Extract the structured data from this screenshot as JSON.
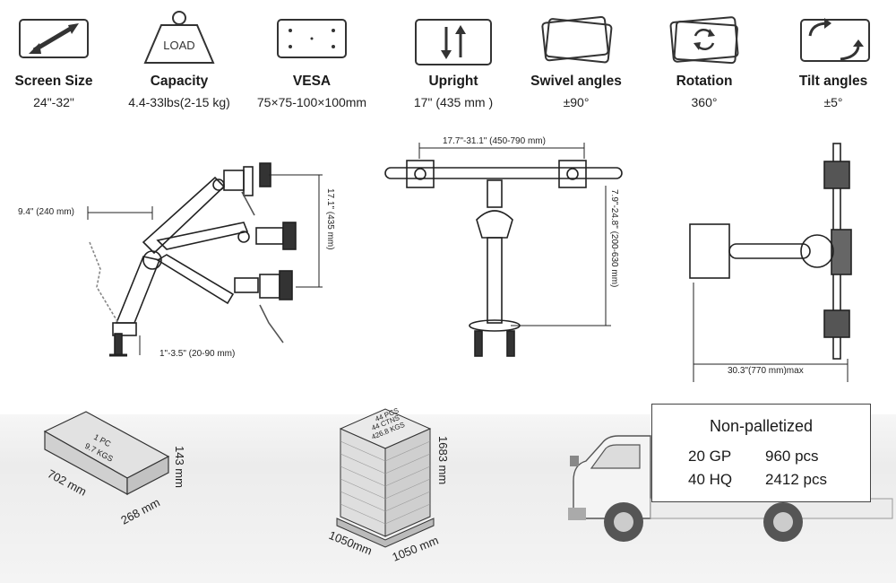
{
  "specs": [
    {
      "icon": "screen-size-icon",
      "label": "Screen Size",
      "value": "24\"-32\""
    },
    {
      "icon": "load-weight-icon",
      "label": "Capacity",
      "value": "4.4-33lbs(2-15 kg)",
      "icon_text": "LOAD"
    },
    {
      "icon": "vesa-plate-icon",
      "label": "VESA",
      "value": "75×75-100×100mm"
    },
    {
      "icon": "up-down-arrows-icon",
      "label": "Upright",
      "value": "17\" (435 mm )"
    },
    {
      "icon": "swivel-screens-icon",
      "label": "Swivel angles",
      "value": "±90°"
    },
    {
      "icon": "rotation-arrows-icon",
      "label": "Rotation",
      "value": "360°"
    },
    {
      "icon": "tilt-arrows-icon",
      "label": "Tilt angles",
      "value": "±5°"
    }
  ],
  "side_view": {
    "arm_reach": "9.4\" (240 mm)",
    "height": "17.1\" (435 mm)",
    "clamp_range": "1\"-3.5\" (20-90 mm)"
  },
  "front_view": {
    "width_range": "17.7\"-31.1\" (450-790 mm)",
    "height_range": "7.9\"-24.8\" (200-630 mm)"
  },
  "top_view": {
    "max_width": "30.3\"(770 mm)max"
  },
  "single_box": {
    "qty": "1 PC",
    "weight": "9.7 KGS",
    "length": "702 mm",
    "width": "268 mm",
    "height": "143 mm"
  },
  "pallet": {
    "pcs": "44 PCS",
    "ctns": "44 CTNS",
    "weight": "426.8 KGS",
    "height": "1683 mm",
    "length": "1050mm",
    "width": "1050 mm"
  },
  "shipping": {
    "title": "Non-palletized",
    "rows": [
      {
        "container": "20 GP",
        "qty": "960 pcs"
      },
      {
        "container": "40 HQ",
        "qty": "2412 pcs"
      }
    ]
  }
}
